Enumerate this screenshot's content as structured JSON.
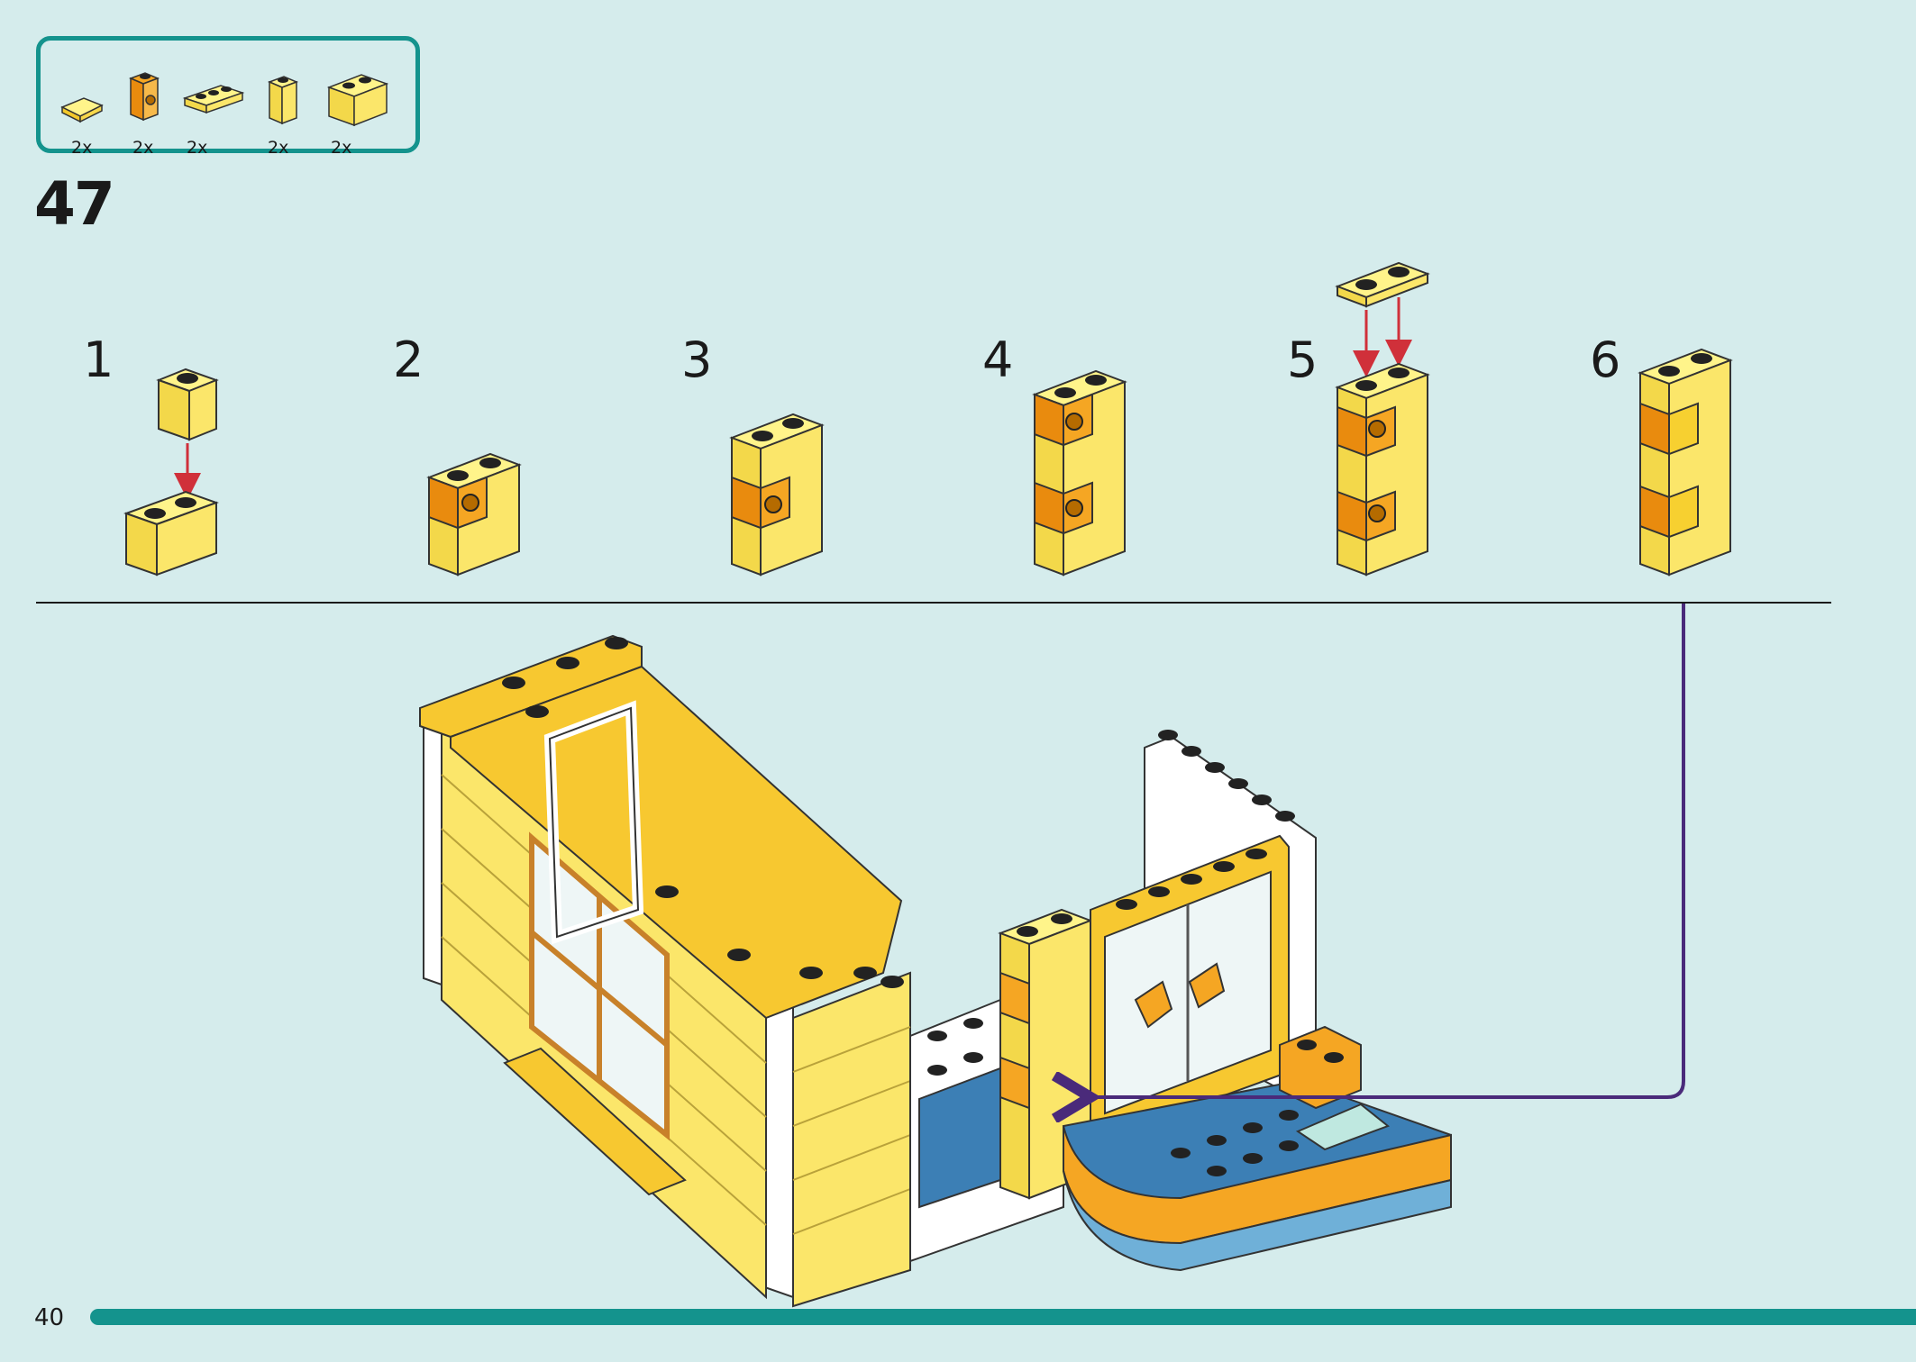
{
  "parts": [
    {
      "qty": "2x",
      "icon": "yellow-tile-icon"
    },
    {
      "qty": "2x",
      "icon": "orange-bracket-icon"
    },
    {
      "qty": "2x",
      "icon": "yellow-plate-1x3-icon"
    },
    {
      "qty": "2x",
      "icon": "yellow-brick-1x1-icon"
    },
    {
      "qty": "2x",
      "icon": "yellow-brick-1x2-icon"
    }
  ],
  "step": "47",
  "substeps": [
    "1",
    "2",
    "3",
    "4",
    "5",
    "6"
  ],
  "page_number": "40",
  "progress": 1.0,
  "colors": {
    "background": "#d5ecec",
    "teal": "#14938d",
    "yellow": "#fff07a",
    "orange": "#f5a623",
    "arrow_red": "#d0303a",
    "callout_purple": "#4a2a7a"
  }
}
